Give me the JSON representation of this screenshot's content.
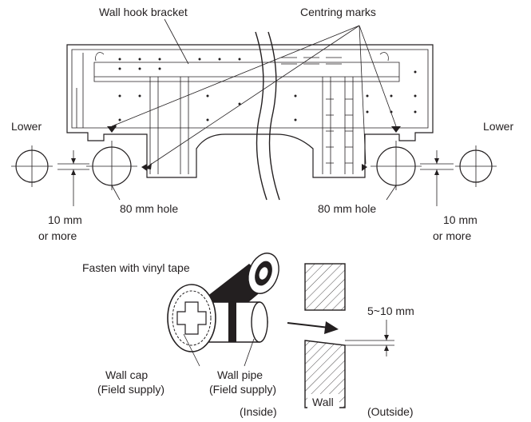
{
  "labels": {
    "wall_hook_bracket": "Wall hook bracket",
    "centring_marks": "Centring marks",
    "lower_left": "Lower",
    "lower_right": "Lower",
    "hole_left": "80 mm hole",
    "hole_right": "80 mm hole",
    "clearance_left_1": "10 mm",
    "clearance_left_2": "or more",
    "clearance_right_1": "10 mm",
    "clearance_right_2": "or more",
    "fasten": "Fasten with vinyl tape",
    "gap": "5~10 mm",
    "wall_cap_1": "Wall cap",
    "wall_cap_2": "(Field supply)",
    "wall_pipe_1": "Wall pipe",
    "wall_pipe_2": "(Field supply)",
    "inside": "(Inside)",
    "wall": "Wall",
    "outside": "(Outside)"
  }
}
